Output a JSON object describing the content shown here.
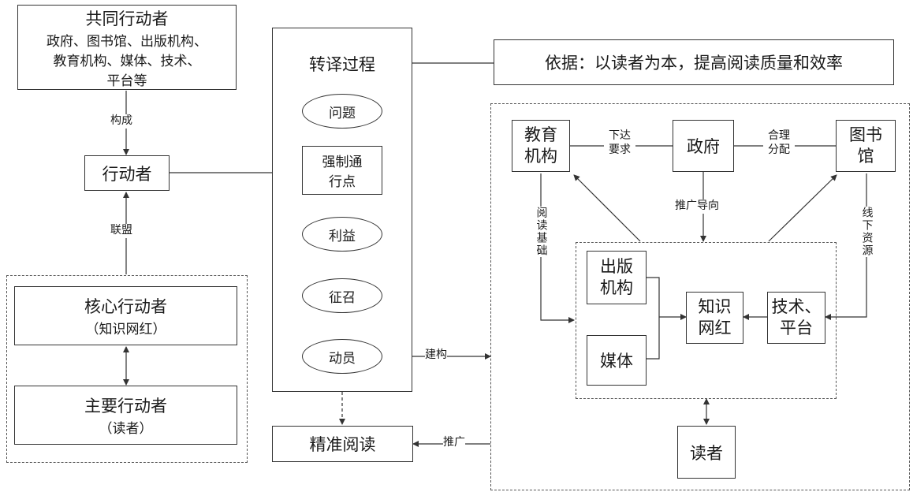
{
  "left": {
    "co_actors": {
      "title": "共同行动者",
      "line1": "政府、图书馆、出版机构、",
      "line2": "教育机构、媒体、技术、",
      "line3": "平台等"
    },
    "constitute_label": "构成",
    "actor": "行动者",
    "alliance_label": "联盟",
    "core_actor": {
      "title": "核心行动者",
      "sub": "（知识网红）"
    },
    "main_actor": {
      "title": "主要行动者",
      "sub": "（读者）"
    }
  },
  "center": {
    "title": "转译过程",
    "items": [
      "问题",
      "强制通行点",
      "利益",
      "征召",
      "动员"
    ],
    "opp_line1": "强制通",
    "opp_line2": "行点",
    "build_label": "建构",
    "precise_reading": "精准阅读",
    "promote_label": "推广"
  },
  "basis": "依据：以读者为本，提高阅读质量和效率",
  "right": {
    "education": "教育机构",
    "government": "政府",
    "library": "图书馆",
    "issue_req": "下达要求",
    "reasonable_alloc": "合理分配",
    "promo_guide": "推广导向",
    "reading_basis": "阅读基础",
    "offline_resources": "线下资源",
    "publisher": "出版机构",
    "media": "媒体",
    "influencer": "知识网红",
    "tech_platform": "技术、平台",
    "reader": "读者"
  },
  "colors": {
    "line": "#333333",
    "dash": "#555555"
  }
}
